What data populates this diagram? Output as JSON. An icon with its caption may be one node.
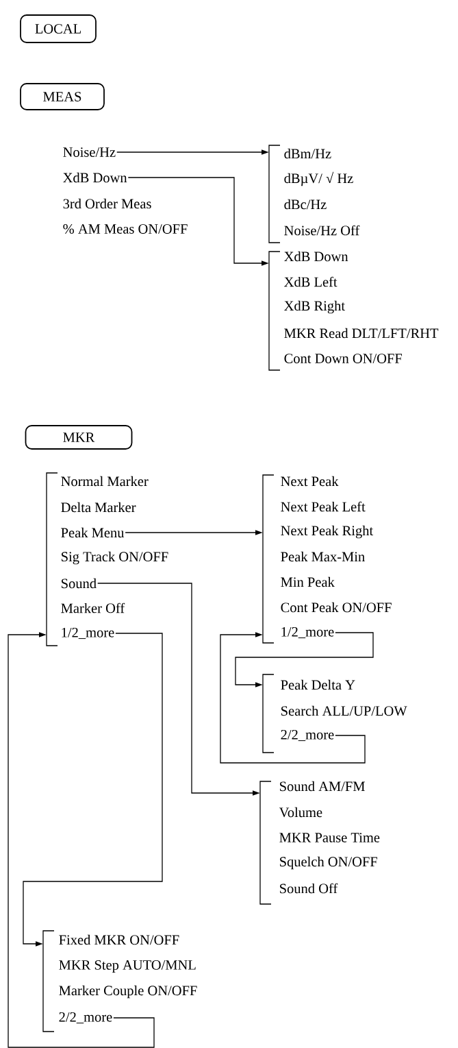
{
  "diagram": {
    "nodes": [
      {
        "text": [
          "LOCAL"
        ]
      },
      {
        "text": [
          "MEAS"
        ]
      },
      {
        "text": [
          "Noise/Hz"
        ]
      },
      {
        "text": [
          "XdB Down"
        ]
      },
      {
        "text": [
          "3rd Order Meas"
        ]
      },
      {
        "text": [
          "% AM Meas ON/OFF"
        ]
      },
      {
        "text": [],
        "shape": "bracket"
      },
      {
        "text": [
          "dBm/Hz"
        ]
      },
      {
        "text": [
          "dBµV/ √ Hz"
        ]
      },
      {
        "text": [
          "dBc/Hz"
        ]
      },
      {
        "text": [
          "Noise/Hz Off"
        ]
      },
      {
        "text": [],
        "shape": "bracket"
      },
      {
        "text": [
          "XdB Down"
        ]
      },
      {
        "text": [
          "XdB Left"
        ]
      },
      {
        "text": [
          "XdB Right"
        ]
      },
      {
        "text": [
          "MKR Read DLT/LFT/RHT"
        ]
      },
      {
        "text": [
          "Cont Down ON/OFF"
        ]
      },
      {
        "text": [
          "MKR"
        ]
      },
      {
        "text": [],
        "shape": "bracket"
      },
      {
        "text": [
          "Normal Marker"
        ]
      },
      {
        "text": [
          "Delta Marker"
        ]
      },
      {
        "text": [
          "Peak Menu"
        ]
      },
      {
        "text": [
          "Sig Track ON/OFF"
        ]
      },
      {
        "text": [
          "Sound"
        ]
      },
      {
        "text": [
          "Marker Off"
        ]
      },
      {
        "text": [
          "1/2_more"
        ]
      },
      {
        "text": [],
        "shape": "bracket"
      },
      {
        "text": [
          "Next Peak"
        ]
      },
      {
        "text": [
          "Next Peak Left"
        ]
      },
      {
        "text": [
          "Next Peak Right"
        ]
      },
      {
        "text": [
          "Peak Max-Min"
        ]
      },
      {
        "text": [
          "Min Peak"
        ]
      },
      {
        "text": [
          "Cont Peak ON/OFF"
        ]
      },
      {
        "text": [
          "1/2_more"
        ]
      },
      {
        "text": [],
        "shape": "bracket"
      },
      {
        "text": [
          "Peak Delta Y"
        ]
      },
      {
        "text": [
          "Search ALL/UP/LOW"
        ]
      },
      {
        "text": [
          "2/2_more"
        ]
      },
      {
        "text": [],
        "shape": "bracket"
      },
      {
        "text": [
          "Sound AM/FM"
        ]
      },
      {
        "text": [
          "Volume"
        ]
      },
      {
        "text": [
          "MKR Pause Time"
        ]
      },
      {
        "text": [
          "Squelch ON/OFF"
        ]
      },
      {
        "text": [
          "Sound Off"
        ]
      },
      {
        "text": [],
        "shape": "bracket"
      },
      {
        "text": [
          "Fixed MKR ON/OFF"
        ]
      },
      {
        "text": [
          "MKR Step AUTO/MNL"
        ]
      },
      {
        "text": [
          "Marker Couple ON/OFF"
        ]
      },
      {
        "text": [
          "2/2_more"
        ]
      }
    ],
    "edges": [
      {
        "from": 2,
        "to": 6,
        "arrow": "to"
      },
      {
        "from": 3,
        "to": 11,
        "arrow": "to"
      },
      {
        "from": 21,
        "to": 26,
        "arrow": "to"
      },
      {
        "from": 23,
        "to": 38,
        "arrow": "to"
      },
      {
        "from": 25,
        "to": 44,
        "arrow": "to"
      },
      {
        "from": 33,
        "to": 34,
        "arrow": "to"
      },
      {
        "from": 37,
        "to": 26,
        "arrow": "to"
      },
      {
        "from": 48,
        "to": 18,
        "arrow": "to"
      }
    ]
  }
}
